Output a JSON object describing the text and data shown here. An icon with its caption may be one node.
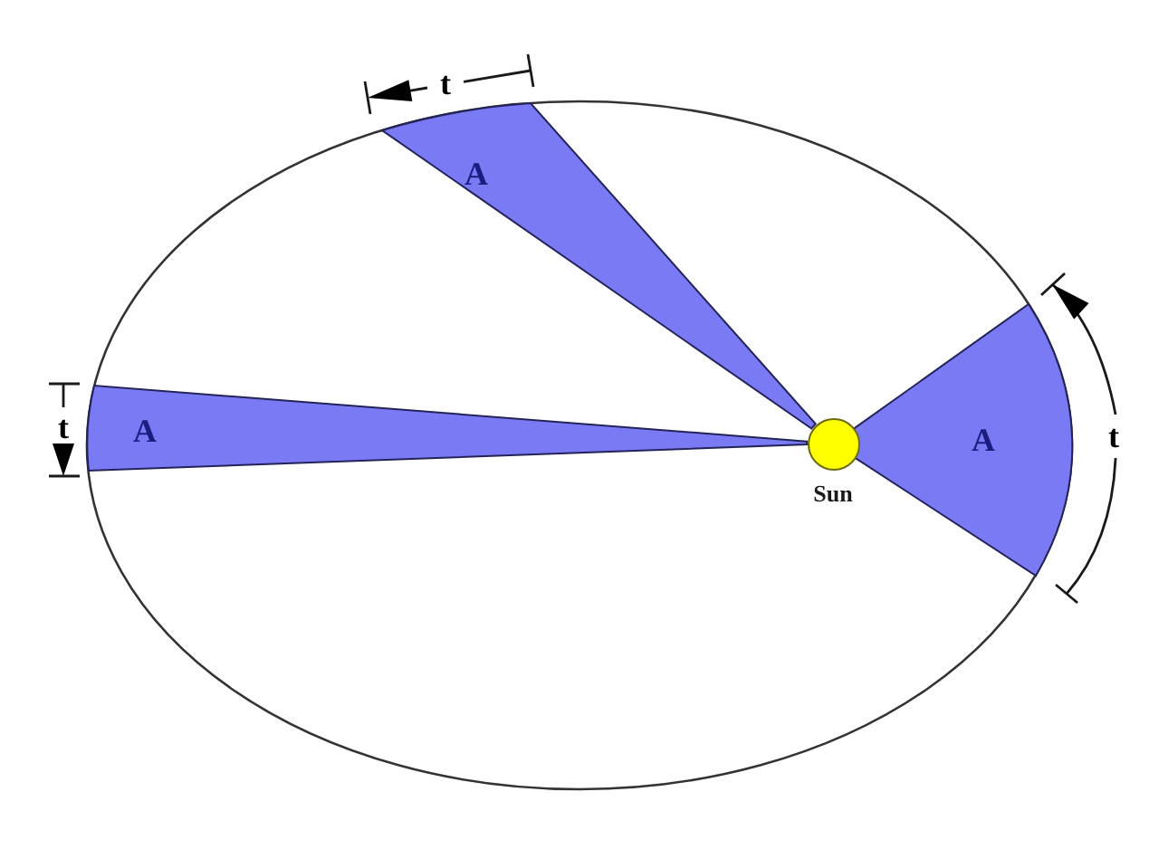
{
  "diagram": {
    "nodes": [
      {
        "text": [
          "A"
        ]
      },
      {
        "text": [
          "A"
        ]
      },
      {
        "text": [
          "Sun"
        ]
      },
      {
        "text": [
          "A"
        ]
      }
    ],
    "labels": [
      "t",
      "t",
      "t"
    ]
  }
}
